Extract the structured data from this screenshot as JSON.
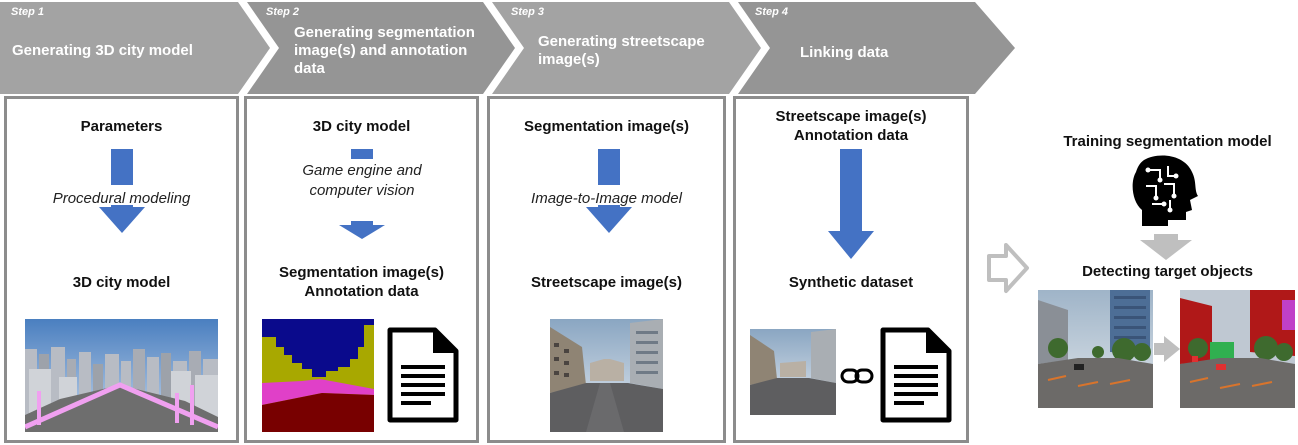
{
  "steps": [
    {
      "label": "Step 1",
      "title": "Generating 3D city model"
    },
    {
      "label": "Step 2",
      "title": "Generating segmentation image(s) and annotation data"
    },
    {
      "label": "Step 3",
      "title": "Generating streetscape image(s)"
    },
    {
      "label": "Step 4",
      "title": "Linking data"
    }
  ],
  "panels": {
    "p1": {
      "top": "Parameters",
      "process": "Procedural modeling",
      "bottom": "3D city model"
    },
    "p2": {
      "top": "3D city model",
      "process": "Game engine and computer vision",
      "bottom1": "Segmentation image(s)",
      "bottom2": "Annotation data"
    },
    "p3": {
      "top": "Segmentation image(s)",
      "process": "Image-to-Image model",
      "bottom": "Streetscape image(s)"
    },
    "p4": {
      "top1": "Streetscape image(s)",
      "top2": "Annotation data",
      "bottom": "Synthetic dataset"
    }
  },
  "right": {
    "training": "Training segmentation model",
    "detecting": "Detecting target objects"
  },
  "colors": {
    "banner": "#a3a3a3",
    "banner_alt": "#959595",
    "panel_border": "#8c8c8c",
    "flow_arrow": "#4472c4",
    "grey_arrow": "#bfbfbf",
    "seg_blue": "#0a0a8c",
    "seg_olive": "#a8a800",
    "seg_magenta": "#e040c8",
    "seg_maroon": "#780000"
  }
}
